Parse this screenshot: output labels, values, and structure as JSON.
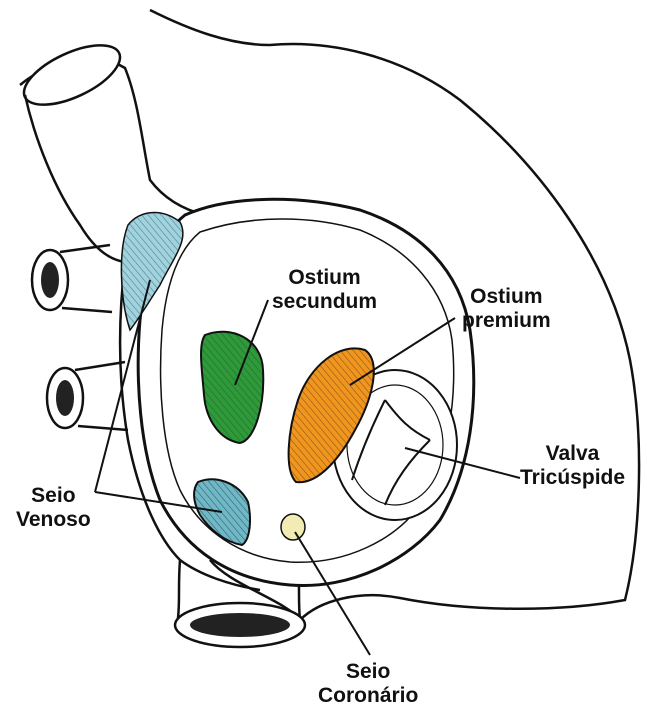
{
  "labels": {
    "ostium_secundum": {
      "line1": "Ostium",
      "line2": "secundum"
    },
    "ostium_premium": {
      "line1": "Ostium",
      "line2": "premium"
    },
    "valva_tricuspide": {
      "line1": "Valva",
      "line2": "Tricúspide"
    },
    "seio_venoso": {
      "line1": "Seio",
      "line2": "Venoso"
    },
    "seio_coronario": {
      "line1": "Seio",
      "line2": "Coronário"
    }
  },
  "colors": {
    "ostium_secundum": "#2e9a3a",
    "ostium_premium": "#f0951e",
    "seio_venoso_upper": "#9fd3df",
    "seio_venoso_lower": "#6fb8c8",
    "seio_coronario": "#f2ecb4",
    "outline": "#111111"
  }
}
